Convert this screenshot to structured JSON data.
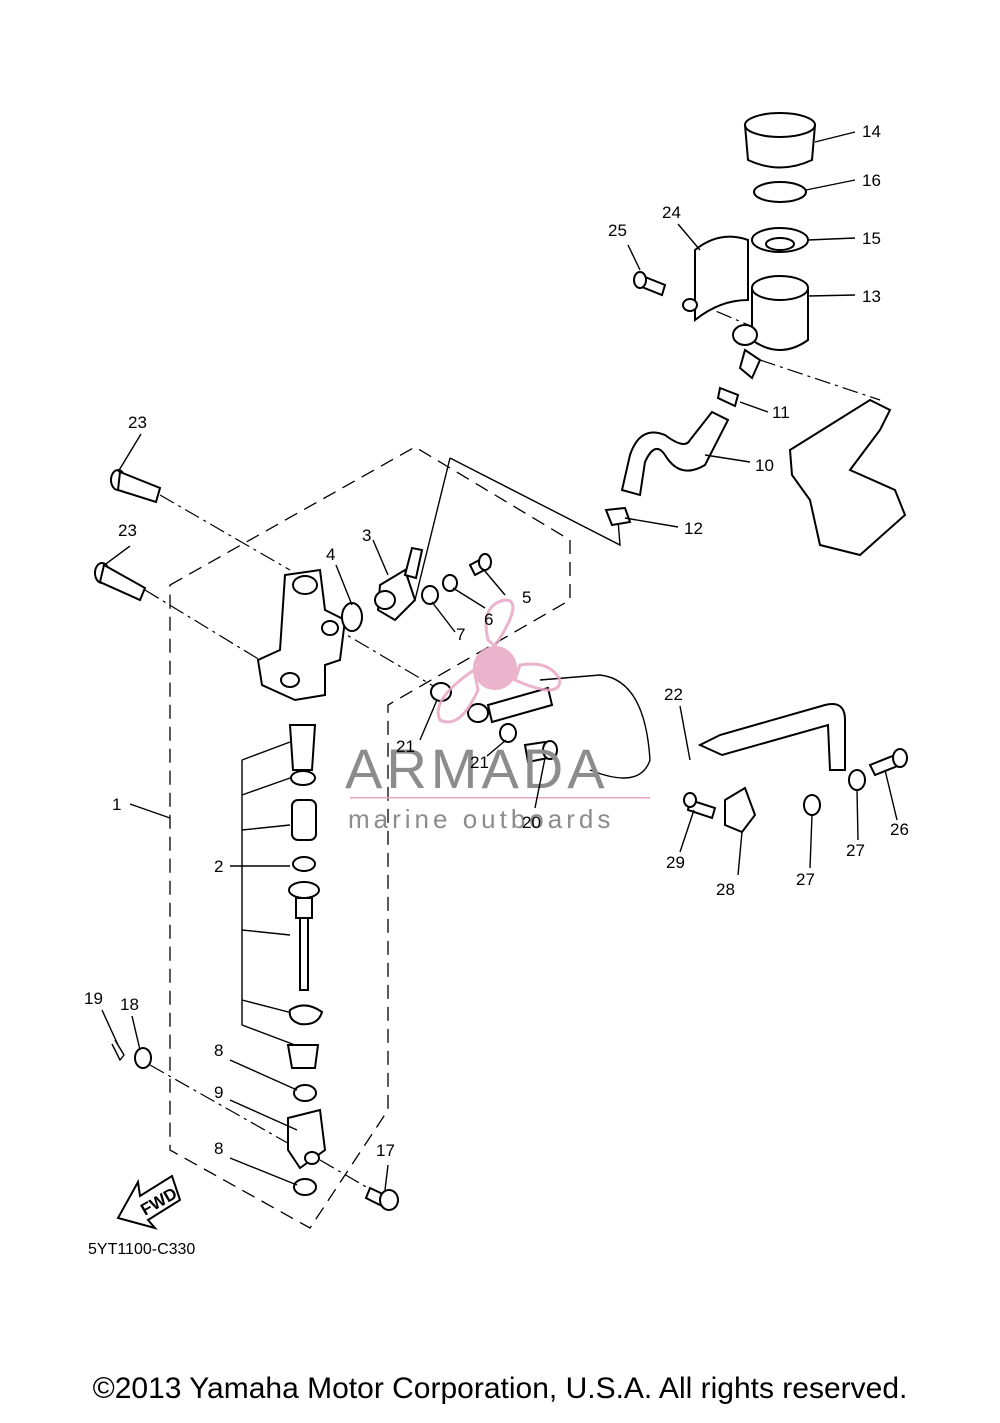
{
  "diagram": {
    "code": "5YT1100-C330",
    "fwd_label": "FWD",
    "callouts": [
      {
        "id": "c1",
        "text": "1"
      },
      {
        "id": "c2",
        "text": "2"
      },
      {
        "id": "c3",
        "text": "3"
      },
      {
        "id": "c4",
        "text": "4"
      },
      {
        "id": "c5",
        "text": "5"
      },
      {
        "id": "c6",
        "text": "6"
      },
      {
        "id": "c7",
        "text": "7"
      },
      {
        "id": "c8a",
        "text": "8"
      },
      {
        "id": "c8b",
        "text": "8"
      },
      {
        "id": "c9",
        "text": "9"
      },
      {
        "id": "c10",
        "text": "10"
      },
      {
        "id": "c11",
        "text": "11"
      },
      {
        "id": "c12",
        "text": "12"
      },
      {
        "id": "c13",
        "text": "13"
      },
      {
        "id": "c14",
        "text": "14"
      },
      {
        "id": "c15",
        "text": "15"
      },
      {
        "id": "c16",
        "text": "16"
      },
      {
        "id": "c17",
        "text": "17"
      },
      {
        "id": "c18",
        "text": "18"
      },
      {
        "id": "c19",
        "text": "19"
      },
      {
        "id": "c20",
        "text": "20"
      },
      {
        "id": "c21a",
        "text": "21"
      },
      {
        "id": "c21b",
        "text": "21"
      },
      {
        "id": "c22",
        "text": "22"
      },
      {
        "id": "c23a",
        "text": "23"
      },
      {
        "id": "c23b",
        "text": "23"
      },
      {
        "id": "c24",
        "text": "24"
      },
      {
        "id": "c25",
        "text": "25"
      },
      {
        "id": "c26",
        "text": "26"
      },
      {
        "id": "c27a",
        "text": "27"
      },
      {
        "id": "c27b",
        "text": "27"
      },
      {
        "id": "c28",
        "text": "28"
      },
      {
        "id": "c29",
        "text": "29"
      }
    ]
  },
  "watermark": {
    "brand": "ARMADA",
    "tagline": "marine outboards",
    "logo_color": "#e8a6c4"
  },
  "footer": {
    "copyright": "©2013 Yamaha Motor Corporation, U.S.A. All rights reserved."
  }
}
